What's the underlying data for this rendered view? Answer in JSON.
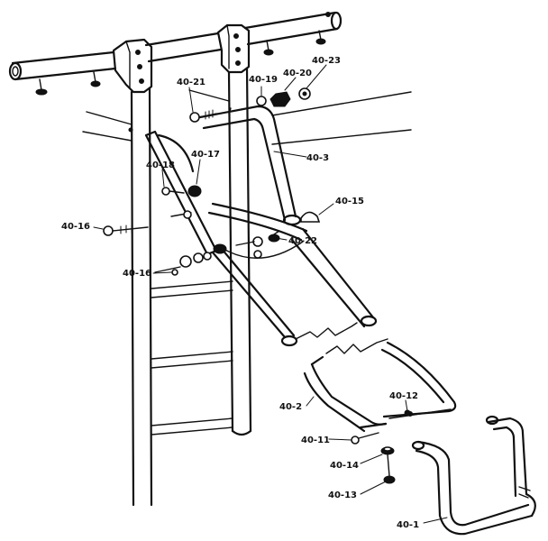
{
  "labels": [
    {
      "id": "40-21",
      "text": "40-21"
    },
    {
      "id": "40-19",
      "text": "40-19"
    },
    {
      "id": "40-20",
      "text": "40-20"
    },
    {
      "id": "40-23",
      "text": "40-23"
    },
    {
      "id": "40-3",
      "text": "40-3"
    },
    {
      "id": "40-17",
      "text": "40-17"
    },
    {
      "id": "40-18",
      "text": "40-18"
    },
    {
      "id": "40-15",
      "text": "40-15"
    },
    {
      "id": "40-16a",
      "text": "40-16"
    },
    {
      "id": "40-22",
      "text": "40-22"
    },
    {
      "id": "40-16b",
      "text": "40-16"
    },
    {
      "id": "40-2",
      "text": "40-2"
    },
    {
      "id": "40-12",
      "text": "40-12"
    },
    {
      "id": "40-11",
      "text": "40-11"
    },
    {
      "id": "40-14",
      "text": "40-14"
    },
    {
      "id": "40-13",
      "text": "40-13"
    },
    {
      "id": "40-1",
      "text": "40-1"
    }
  ]
}
